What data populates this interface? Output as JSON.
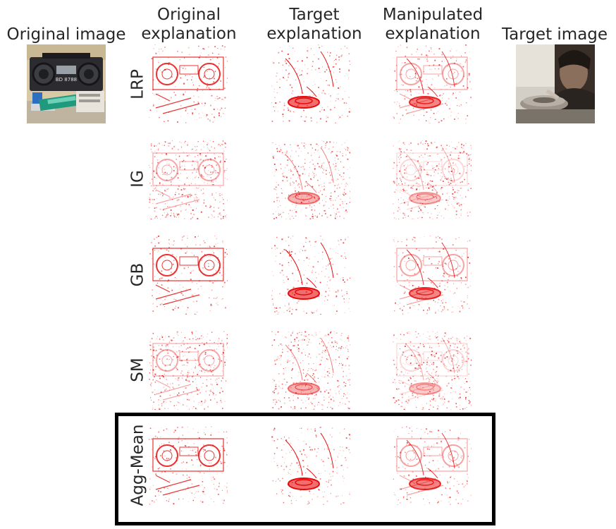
{
  "columns": {
    "original_image": "Original image",
    "original_explanation": "Original\nexplanation",
    "target_explanation": "Target\nexplanation",
    "manipulated_explanation": "Manipulated\n explanation",
    "target_image": "Target image"
  },
  "rows": [
    {
      "label": "LRP"
    },
    {
      "label": "IG"
    },
    {
      "label": "GB"
    },
    {
      "label": "SM"
    },
    {
      "label": "Agg-Mean"
    }
  ],
  "colors": {
    "heat_red": "#e60000",
    "text": "#262626",
    "highlight_border": "#000000"
  },
  "highlighted_row": "Agg-Mean"
}
